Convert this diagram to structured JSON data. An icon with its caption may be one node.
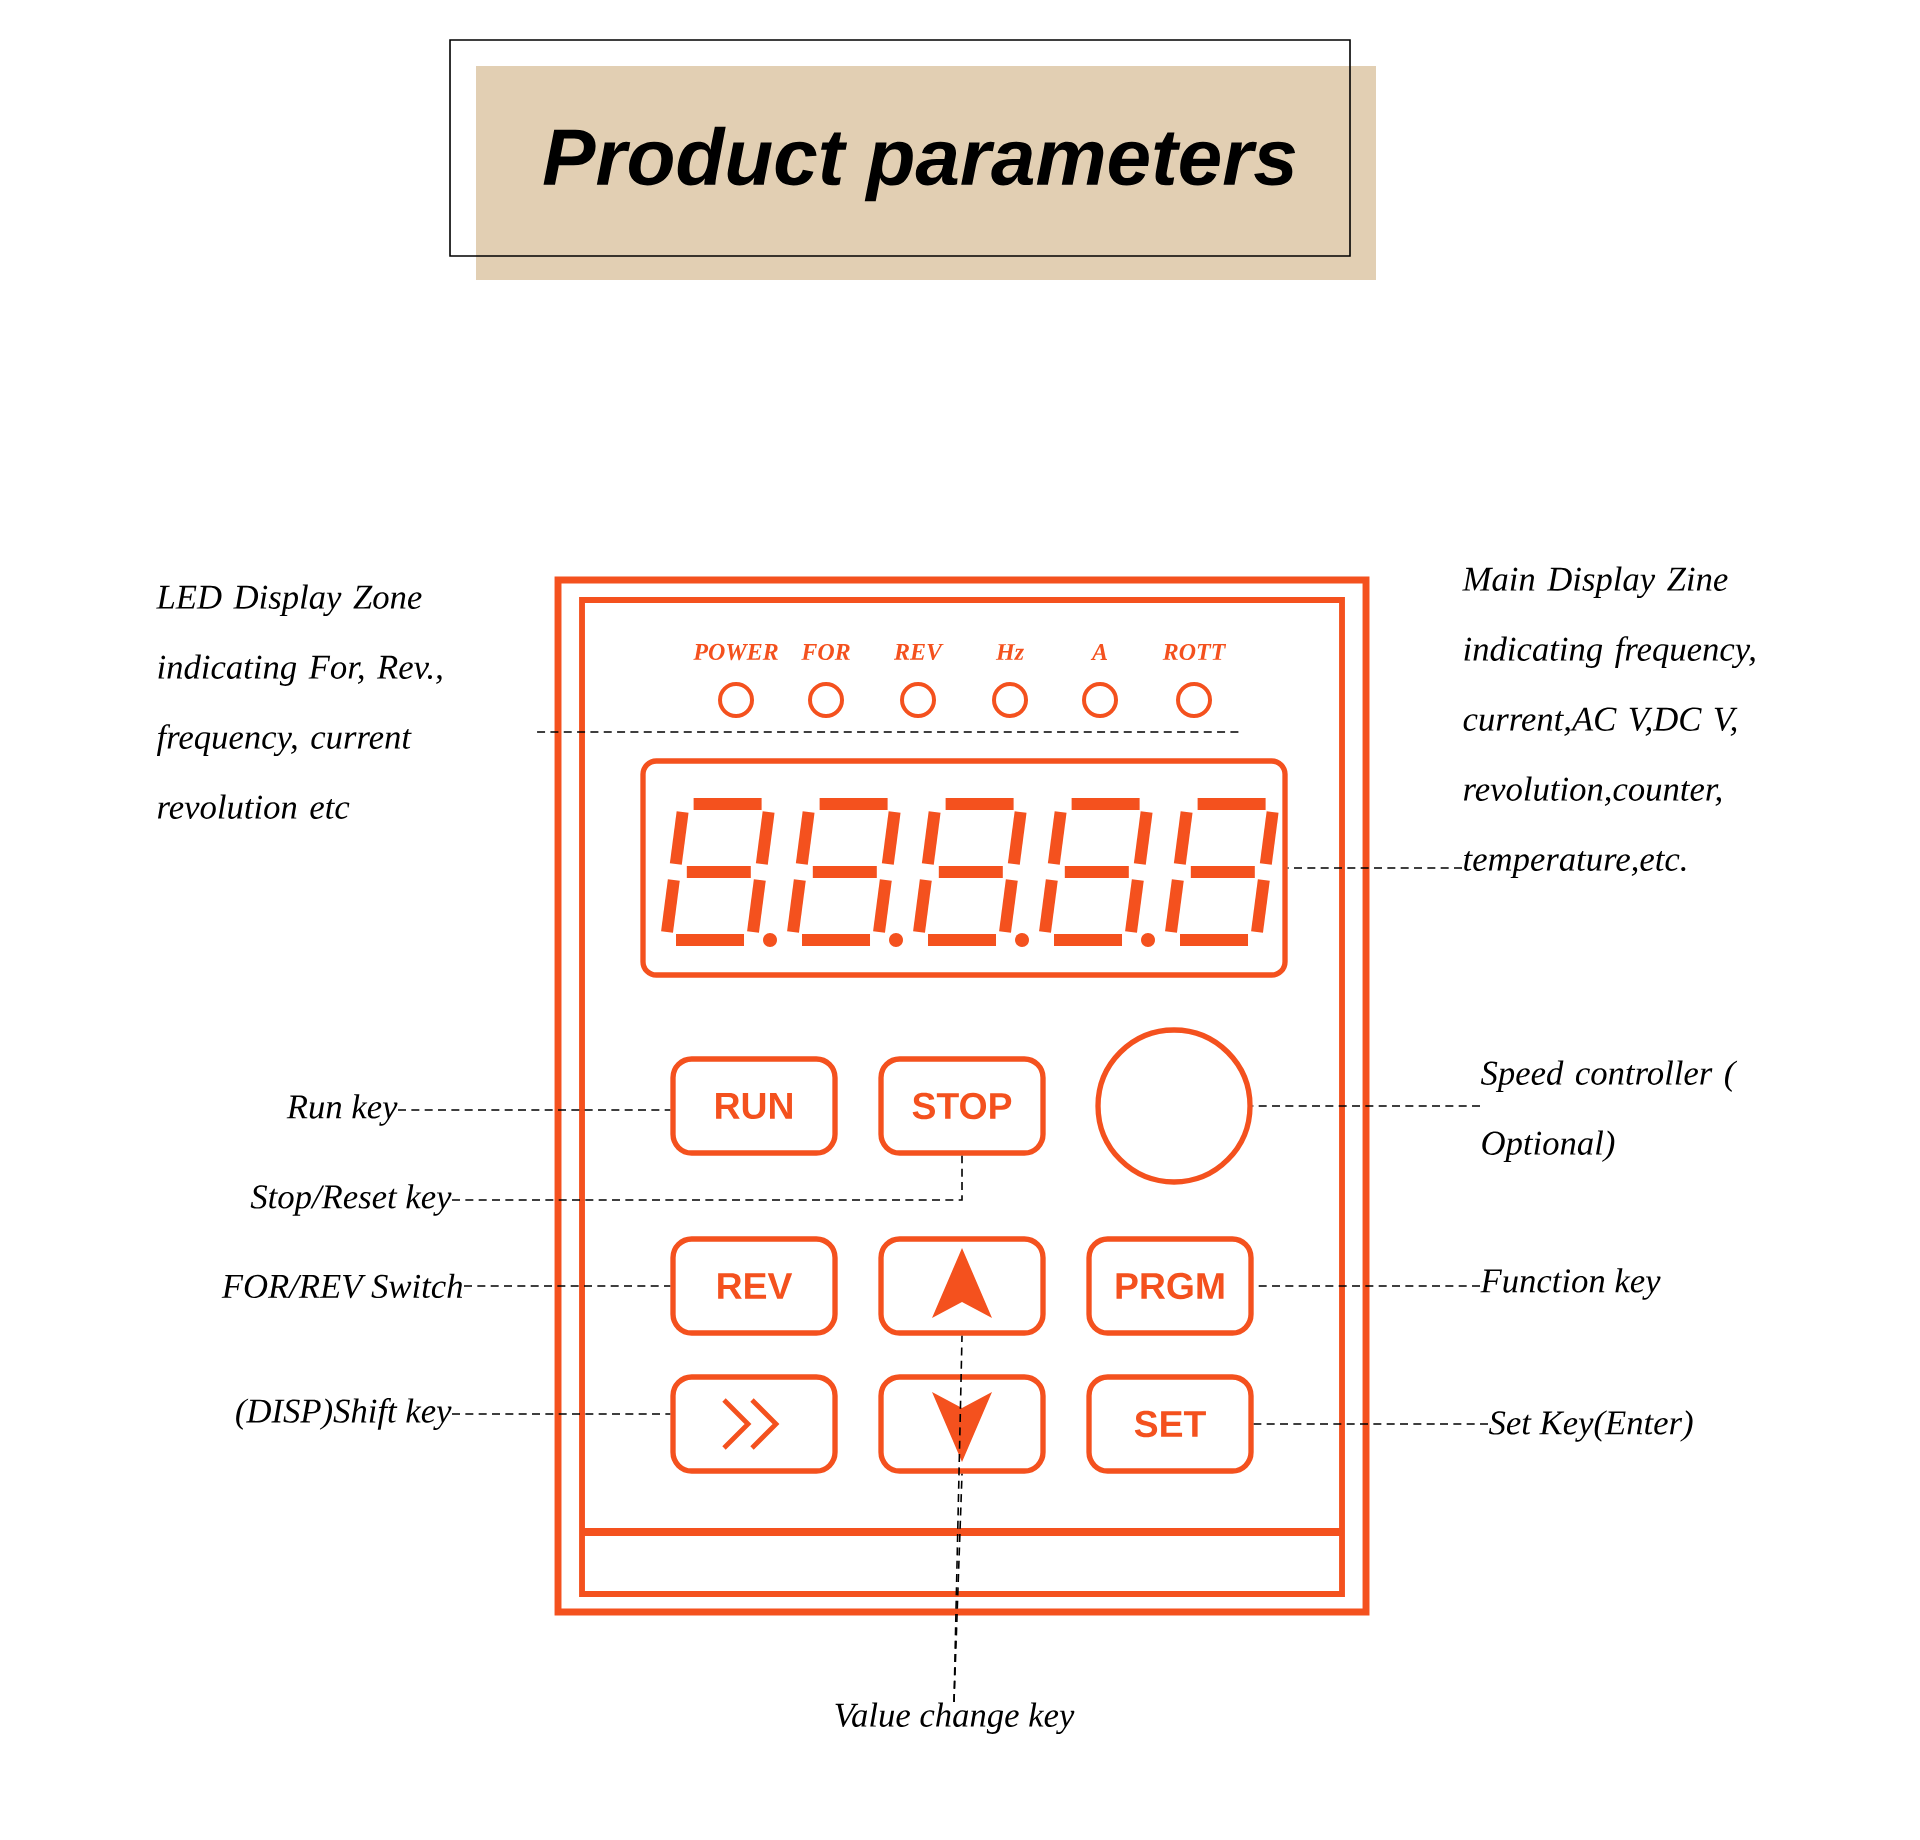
{
  "diagram": {
    "title": "Product parameters",
    "nodes": [
      {
        "text": [],
        "shape": "box"
      },
      {
        "text": [
          "POWER"
        ],
        "in": 0
      },
      {
        "text": [
          "FOR"
        ],
        "in": 0
      },
      {
        "text": [
          "REV"
        ],
        "in": 0
      },
      {
        "text": [
          "Hz"
        ],
        "in": 0
      },
      {
        "text": [
          "A"
        ],
        "in": 0
      },
      {
        "text": [
          "ROTT"
        ],
        "in": 0
      },
      {
        "text": [],
        "shape": "box",
        "in": 0
      },
      {
        "text": [
          "RUN"
        ],
        "in": 0
      },
      {
        "text": [
          "STOP"
        ],
        "in": 0
      },
      {
        "text": [],
        "shape": "circle",
        "in": 0
      },
      {
        "text": [
          "REV"
        ],
        "in": 0
      },
      {
        "text": [],
        "shape": "box",
        "in": 0
      },
      {
        "text": [
          "PRGM"
        ],
        "in": 0
      },
      {
        "text": [],
        "shape": "box",
        "in": 0
      },
      {
        "text": [],
        "shape": "box",
        "in": 0
      },
      {
        "text": [
          "SET"
        ],
        "in": 0
      },
      {
        "text": [
          "LED Display Zone indicating For, Rev., frequency, current revolution etc"
        ]
      },
      {
        "text": [
          "Main Display Zine indicating frequency, current,AC V,DC V, revolution,counter, temperature,etc."
        ]
      },
      {
        "text": [
          "Run key"
        ]
      },
      {
        "text": [
          "Stop/Reset key"
        ]
      },
      {
        "text": [
          "Speed controller ( Optional)"
        ]
      },
      {
        "text": [
          "FOR/REV Switch"
        ]
      },
      {
        "text": [
          "Function key"
        ]
      },
      {
        "text": [
          "(DISP)Shift key"
        ]
      },
      {
        "text": [
          "Set Key(Enter)"
        ]
      },
      {
        "text": [
          "Value change key"
        ]
      }
    ],
    "edges": [
      {
        "from": 17,
        "to": null,
        "arrow": "none"
      },
      {
        "from": 18,
        "to": 7,
        "arrow": "none"
      },
      {
        "from": 19,
        "to": 8,
        "arrow": "none"
      },
      {
        "from": 20,
        "to": 9,
        "arrow": "none"
      },
      {
        "from": 21,
        "to": 10,
        "arrow": "none"
      },
      {
        "from": 22,
        "to": 11,
        "arrow": "none"
      },
      {
        "from": 23,
        "to": 13,
        "arrow": "none"
      },
      {
        "from": 24,
        "to": 14,
        "arrow": "none"
      },
      {
        "from": 25,
        "to": 16,
        "arrow": "none"
      },
      {
        "from": 26,
        "to": 15,
        "arrow": "none"
      },
      {
        "from": 26,
        "to": 12,
        "arrow": "none"
      }
    ]
  }
}
